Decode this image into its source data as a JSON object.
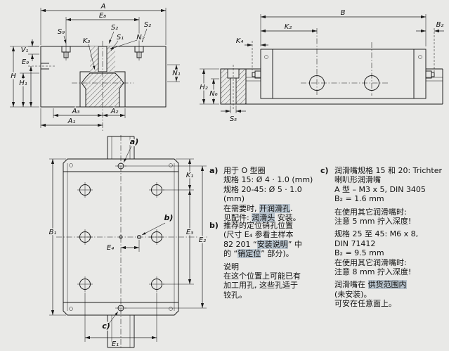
{
  "colors": {
    "background": "#e9e9e7",
    "line": "#1a1a1a",
    "link_highlight": "#b7c3cd"
  },
  "dims": {
    "front": {
      "A": "A",
      "E8": "E₈",
      "S9": "S₉",
      "S2": "S₂",
      "K3": "K₃",
      "N2": "N₂",
      "S1": "S₁",
      "V1": "V₁",
      "E9": "E₉",
      "H": "H",
      "H1": "H₁",
      "N1": "N₁",
      "A3": "A₃",
      "A2": "A₂",
      "A1": "A₁"
    },
    "side": {
      "B": "B",
      "K2": "K₂",
      "B2": "B₂",
      "K4": "K₄",
      "H2": "H₂",
      "N6": "N₆",
      "S5": "S₅"
    },
    "top": {
      "K1": "K₁",
      "B1": "B₁",
      "E1": "E₁",
      "E2": "E₂",
      "E3": "E₃",
      "E4": "E₄"
    },
    "callouts": {
      "a": "a)",
      "b": "b)",
      "c": "c)"
    }
  },
  "notes": {
    "a": {
      "tag": "a)",
      "lines": [
        {
          "runs": [
            {
              "t": "用于 O 型圈"
            }
          ]
        },
        {
          "runs": [
            {
              "t": "规格 15: Ø 4 · 1.0 (mm)"
            }
          ]
        },
        {
          "runs": [
            {
              "t": "规格 20-45: Ø 5 · 1.0 (mm)"
            }
          ]
        },
        {
          "runs": [
            {
              "t": "在需要时, "
            },
            {
              "t": "开润滑孔",
              "h": true
            },
            {
              "t": "."
            }
          ]
        },
        {
          "runs": [
            {
              "t": "见配件: "
            },
            {
              "t": "润滑头",
              "h": true
            },
            {
              "t": " 安装。"
            }
          ]
        }
      ]
    },
    "b": {
      "tag": "b)",
      "lines": [
        {
          "runs": [
            {
              "t": "推荐的定位销孔位置"
            }
          ]
        },
        {
          "runs": [
            {
              "t": "(尺寸 E₄ 参看主样本"
            }
          ]
        },
        {
          "runs": [
            {
              "t": "82 201 “"
            },
            {
              "t": "安装说明",
              "h": true
            },
            {
              "t": "” 中"
            }
          ]
        },
        {
          "runs": [
            {
              "t": "的 “"
            },
            {
              "t": "销定位",
              "h": true
            },
            {
              "t": "” 部分)。"
            }
          ]
        },
        {
          "gap": true,
          "runs": [
            {
              "t": "说明"
            }
          ]
        },
        {
          "runs": [
            {
              "t": "在这个位置上可能已有"
            }
          ]
        },
        {
          "runs": [
            {
              "t": "加工用孔, 这些孔适于"
            }
          ]
        },
        {
          "runs": [
            {
              "t": "铰孔。"
            }
          ]
        }
      ]
    },
    "c": {
      "tag": "c)",
      "lines": [
        {
          "runs": [
            {
              "t": "润滑嘴规格 15 和 20: Trichter"
            }
          ]
        },
        {
          "runs": [
            {
              "t": "喇叭形润滑嘴"
            }
          ]
        },
        {
          "runs": [
            {
              "t": "A 型 – M3 x 5, DIN 3405"
            }
          ]
        },
        {
          "runs": [
            {
              "t": "B₂ = 1.6 mm"
            }
          ]
        },
        {
          "gap": true,
          "runs": [
            {
              "t": "在使用其它润滑嘴时:"
            }
          ]
        },
        {
          "runs": [
            {
              "t": "注意 5 mm 拧入深度!"
            }
          ]
        },
        {
          "gap": true,
          "runs": [
            {
              "t": "规格 25 至 45: M6 x 8,"
            }
          ]
        },
        {
          "runs": [
            {
              "t": "DIN 71412"
            }
          ]
        },
        {
          "runs": [
            {
              "t": "B₂ = 9.5 mm"
            }
          ]
        },
        {
          "runs": [
            {
              "t": "在使用其它润滑嘴时:"
            }
          ]
        },
        {
          "runs": [
            {
              "t": "注意 8 mm 拧入深度!"
            }
          ]
        },
        {
          "gap": true,
          "runs": [
            {
              "t": "润滑嘴在 "
            },
            {
              "t": "供货范围内",
              "h": true
            }
          ]
        },
        {
          "runs": [
            {
              "t": "(未安装)。"
            }
          ]
        },
        {
          "runs": [
            {
              "t": "可安在任意面上。"
            }
          ]
        }
      ]
    }
  }
}
